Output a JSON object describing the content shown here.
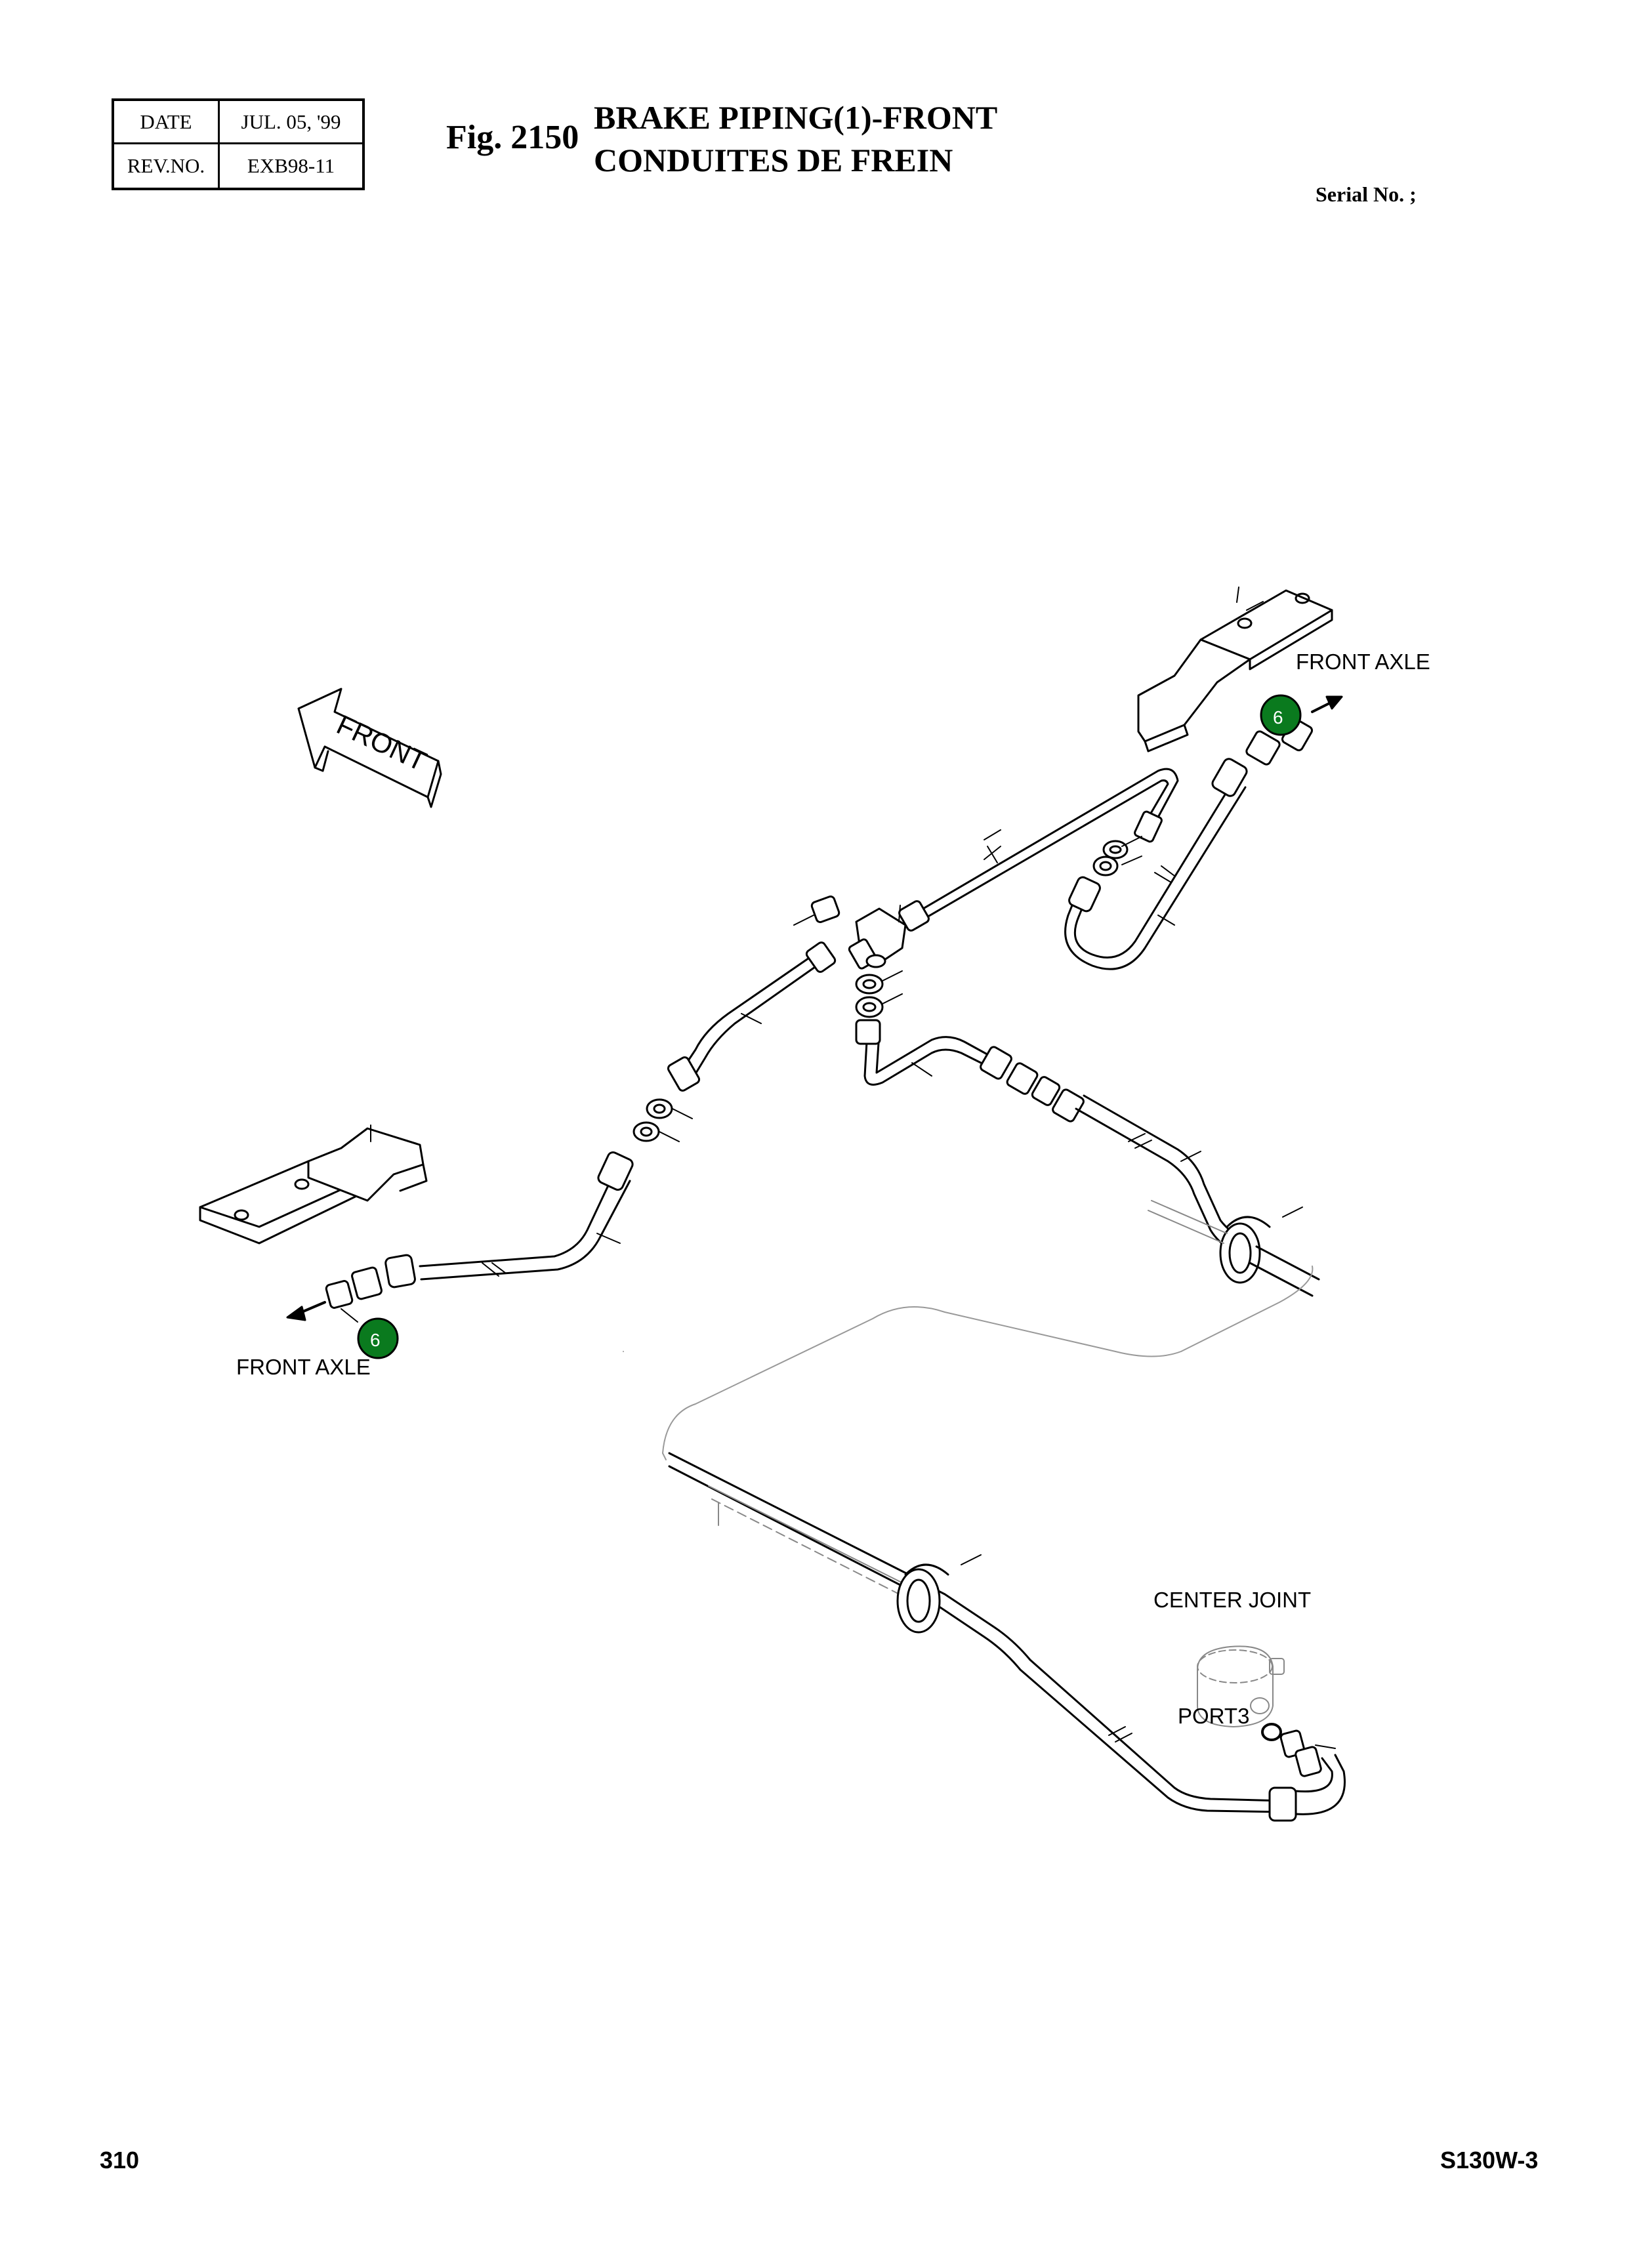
{
  "header": {
    "date_label": "DATE",
    "date_value": "JUL. 05, '99",
    "rev_label": "REV.NO.",
    "rev_value": "EXB98-11",
    "figure_number": "Fig. 2150",
    "title_en": "BRAKE PIPING(1)-FRONT",
    "title_fr": "CONDUITES DE FREIN",
    "serial": "Serial No. ;"
  },
  "labels": {
    "front_arrow": "FRONT",
    "front_axle_right": "FRONT AXLE",
    "front_axle_left": "FRONT AXLE",
    "center_joint": "CENTER JOINT",
    "port": "PORT3"
  },
  "callouts": {
    "badge_right": "6",
    "badge_left": "6"
  },
  "footer": {
    "page_number": "310",
    "model": "S130W-3"
  },
  "colors": {
    "badge_fill": "#0a7a1e",
    "badge_stroke": "#000000",
    "line": "#000000",
    "faint_line": "#9a9a9a"
  }
}
